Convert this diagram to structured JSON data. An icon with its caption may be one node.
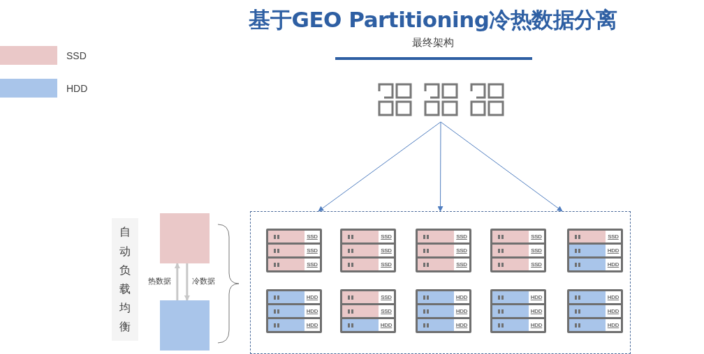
{
  "diagram": {
    "title": "基于GEO Partitioning冷热数据分离",
    "nodes": [
      {
        "text": [],
        "shape": "picture"
      },
      {
        "text": [],
        "shape": "box"
      },
      {
        "text": [
          "SSD",
          "SSD",
          "SSD"
        ],
        "in": 1
      },
      {
        "text": [
          "SSD",
          "SSD",
          "SSD"
        ],
        "in": 1
      },
      {
        "text": [
          "SSD",
          "SSD",
          "SSD"
        ],
        "in": 1
      },
      {
        "text": [
          "SSD",
          "SSD",
          "SSD"
        ],
        "in": 1
      },
      {
        "text": [
          "SSD",
          "HDD",
          "HDD"
        ],
        "in": 1
      },
      {
        "text": [
          "HDD",
          "HDD",
          "HDD"
        ],
        "in": 1
      },
      {
        "text": [
          "SSD",
          "SSD",
          "HDD"
        ],
        "in": 1
      },
      {
        "text": [
          "HDD",
          "HDD",
          "HDD"
        ],
        "in": 1
      },
      {
        "text": [
          "HDD",
          "HDD",
          "HDD"
        ],
        "in": 1
      },
      {
        "text": [
          "HDD",
          "HDD",
          "HDD"
        ],
        "in": 1
      },
      {
        "text": [],
        "shape": "box"
      },
      {
        "text": [],
        "shape": "box"
      }
    ],
    "edges": [
      {
        "from": 0,
        "to": 1,
        "arrow": "to"
      },
      {
        "from": 0,
        "to": 1,
        "arrow": "to"
      },
      {
        "from": 0,
        "to": 1,
        "arrow": "to"
      },
      {
        "from": 13,
        "to": 12,
        "arrow": "to",
        "label": "热数据",
        "style": "thick",
        "color": "#c8c8c8"
      },
      {
        "from": 12,
        "to": 13,
        "arrow": "to",
        "label": "冷数据",
        "style": "thick",
        "color": "#c8c8c8"
      }
    ],
    "labels": [
      "最终架构",
      "自动负载均衡"
    ],
    "legend": [
      {
        "text": "SSD",
        "color": "#eac8c8"
      },
      {
        "text": "HDD",
        "color": "#a9c5ea"
      }
    ]
  }
}
